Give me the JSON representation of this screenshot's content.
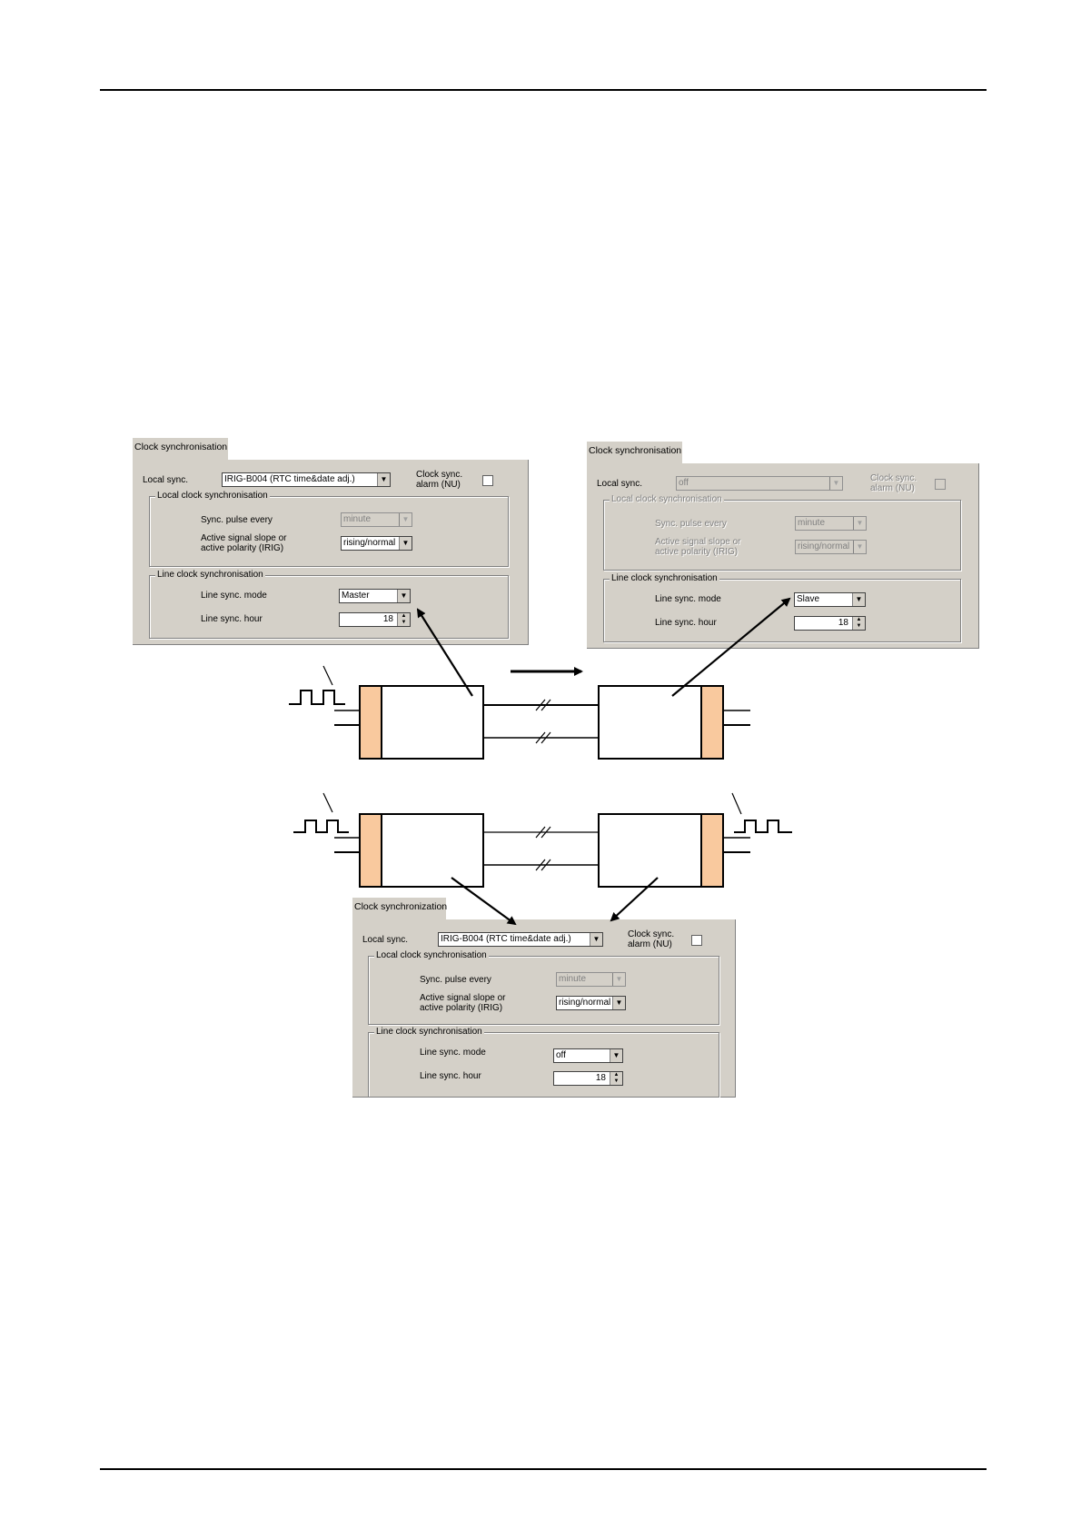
{
  "panels": {
    "top_left": {
      "title": "Clock synchronisation",
      "local_sync_label": "Local sync.",
      "local_sync_value": "IRIG-B004 (RTC time&date adj.)",
      "alarm_label_1": "Clock sync.",
      "alarm_label_2": "alarm (NU)",
      "local_group_title": "Local clock synchronisation",
      "pulse_label": "Sync. pulse every",
      "pulse_value": "minute",
      "slope_label_1": "Active signal slope or",
      "slope_label_2": "active polarity (IRIG)",
      "slope_value": "rising/normal",
      "line_group_title": "Line clock synchronisation",
      "mode_label": "Line sync. mode",
      "mode_value": "Master",
      "hour_label": "Line sync. hour",
      "hour_value": "18"
    },
    "top_right": {
      "title": "Clock synchronisation",
      "local_sync_label": "Local sync.",
      "local_sync_value": "off",
      "alarm_label_1": "Clock sync.",
      "alarm_label_2": "alarm (NU)",
      "local_group_title": "Local clock synchronisation",
      "pulse_label": "Sync. pulse every",
      "pulse_value": "minute",
      "slope_label_1": "Active signal slope or",
      "slope_label_2": "active polarity (IRIG)",
      "slope_value": "rising/normal",
      "line_group_title": "Line clock synchronisation",
      "mode_label": "Line sync. mode",
      "mode_value": "Slave",
      "hour_label": "Line sync. hour",
      "hour_value": "18"
    },
    "bottom": {
      "title": "Clock synchronization",
      "local_sync_label": "Local sync.",
      "local_sync_value": "IRIG-B004 (RTC time&date adj.)",
      "alarm_label_1": "Clock sync.",
      "alarm_label_2": "alarm (NU)",
      "local_group_title": "Local clock synchronisation",
      "pulse_label": "Sync. pulse every",
      "pulse_value": "minute",
      "slope_label_1": "Active signal slope or",
      "slope_label_2": "active polarity (IRIG)",
      "slope_value": "rising/normal",
      "line_group_title": "Line clock synchronisation",
      "mode_label": "Line sync. mode",
      "mode_value": "off",
      "hour_label": "Line sync. hour",
      "hour_value": "18"
    }
  },
  "colors": {
    "device_terminal": "#f9c99e",
    "dialog_bg": "#d4d0c8"
  }
}
